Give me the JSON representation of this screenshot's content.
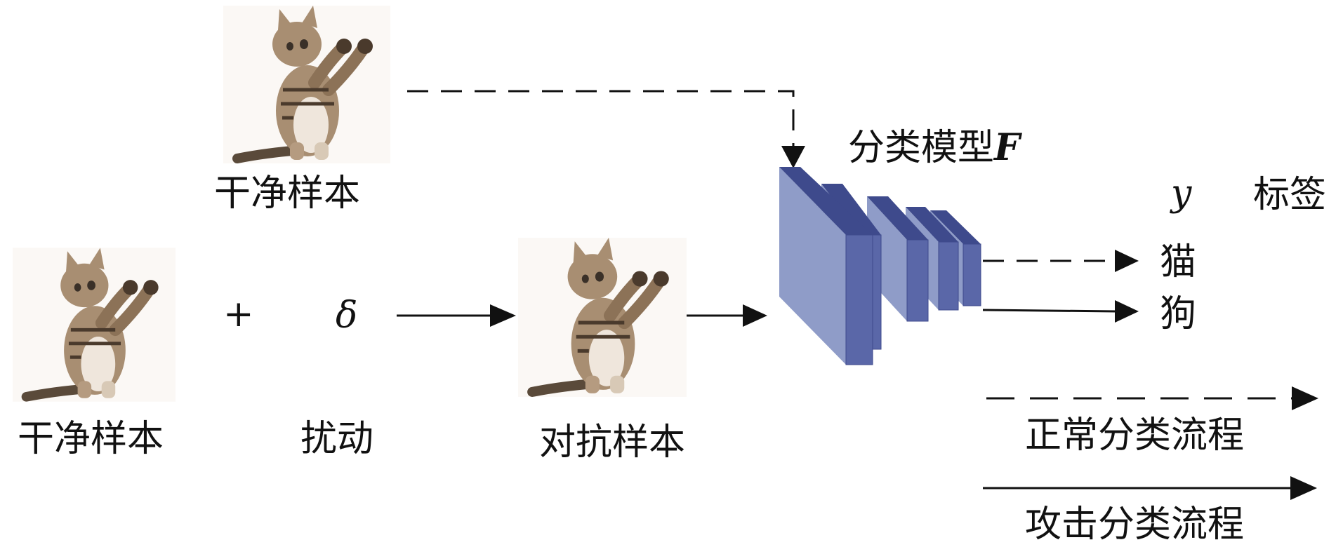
{
  "labels": {
    "clean_sample_top": "干净样本",
    "clean_sample_left": "干净样本",
    "plus": "+",
    "delta": "δ",
    "perturbation": "扰动",
    "adversarial_sample": "对抗样本",
    "model_prefix": "分类模型",
    "model_symbol": "F",
    "y_symbol": "y",
    "label_word": "标签",
    "cat": "猫",
    "dog": "狗",
    "legend_normal": "正常分类流程",
    "legend_attack": "攻击分类流程"
  },
  "images": [
    {
      "name": "cat-image-clean-top",
      "alt": "cat"
    },
    {
      "name": "cat-image-clean-left",
      "alt": "cat"
    },
    {
      "name": "cat-image-adversarial",
      "alt": "cat"
    }
  ],
  "colors": {
    "layer_front": "#5a67a8",
    "layer_side": "#8f9cc8",
    "layer_top": "#3e4a8c",
    "arrow": "#111111"
  }
}
